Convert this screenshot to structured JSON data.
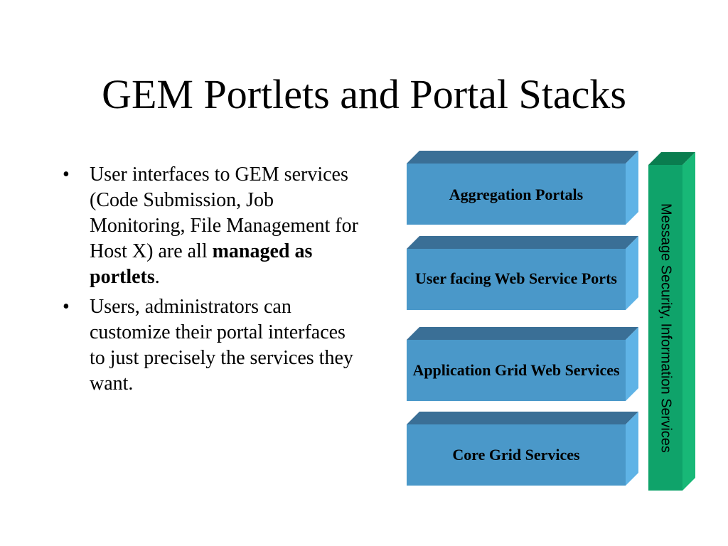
{
  "slide": {
    "title": "GEM Portlets and Portal Stacks"
  },
  "bullets": [
    {
      "pre": "User interfaces to GEM services (Code Submission, Job Monitoring, File Management for Host X) are all ",
      "bold": "managed as portlets",
      "post": "."
    },
    {
      "pre": "Users, administrators can customize their portal interfaces to just precisely the services they want.",
      "bold": "",
      "post": ""
    }
  ],
  "bullet_glyph": "•",
  "stack": {
    "layers": [
      {
        "label": "Aggregation Portals"
      },
      {
        "label": "User facing Web Service Ports"
      },
      {
        "label": "Application Grid Web Services"
      },
      {
        "label": "Core Grid Services"
      }
    ],
    "side_bar": {
      "label": "Message Security, Information Services"
    }
  },
  "colors": {
    "box_front": "#4a98c9",
    "box_top": "#3a6f96",
    "box_side": "#5fb3e6",
    "bar_front": "#0fa36a",
    "bar_top": "#0a7d4f",
    "bar_side": "#18b877"
  }
}
